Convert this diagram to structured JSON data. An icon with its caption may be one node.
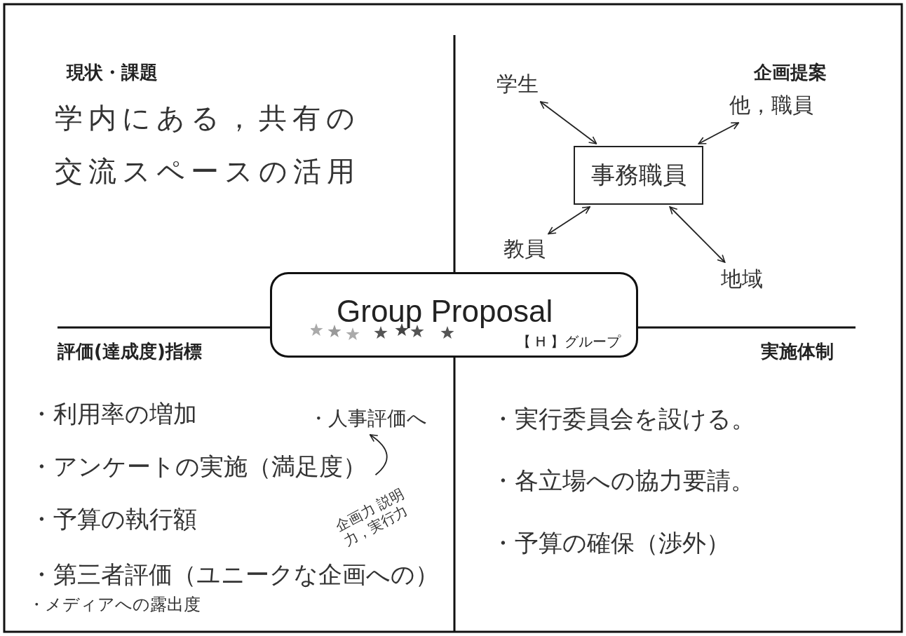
{
  "diagram": {
    "nodes": [
      {
        "text": [
          "Group Proposal",
          "【 H 】グループ"
        ]
      },
      {
        "text": [
          "事務職員"
        ]
      },
      {
        "text": [
          "学生"
        ]
      },
      {
        "text": [
          "他，職員"
        ]
      },
      {
        "text": [
          "教員"
        ]
      },
      {
        "text": [
          "地域"
        ]
      },
      {
        "text": [
          "企画力 説明力，実行力"
        ]
      },
      {
        "text": [
          "・人事評価へ"
        ]
      }
    ],
    "edges": [
      {
        "from": 1,
        "to": 2,
        "arrow": "both"
      },
      {
        "from": 1,
        "to": 3,
        "arrow": "both"
      },
      {
        "from": 1,
        "to": 4,
        "arrow": "both"
      },
      {
        "from": 1,
        "to": 5,
        "arrow": "both"
      },
      {
        "from": 6,
        "to": 7,
        "arrow": "to"
      }
    ],
    "labels": [
      "現状・課題",
      "学内にある，共有の交流スペースの活用",
      "企画提案",
      "評価(達成度)指標",
      "実施体制",
      "・利用率の増加",
      "・アンケートの実施（満足度）",
      "・予算の執行額",
      "・第三者評価（ユニークな企画への）",
      "・メディアへの露出度",
      "・実行委員会を設ける。",
      "・各立場への協力要請。",
      "・予算の確保（渉外）"
    ]
  }
}
